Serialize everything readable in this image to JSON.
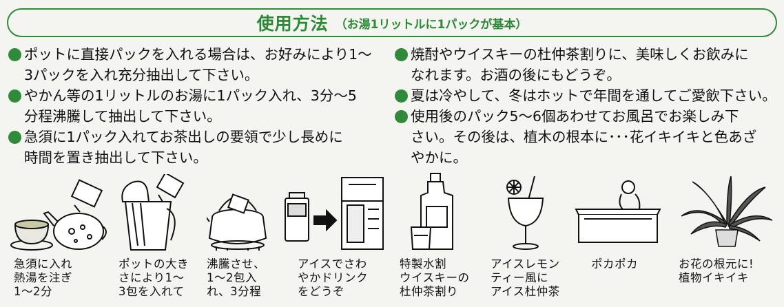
{
  "header": {
    "title": "使用方法",
    "subtitle": "（お湯1リットルに1パックが基本）"
  },
  "left_items": [
    {
      "text": "ポットに直接パックを入れる場合は、お好みにより1～\n3パックを入れ充分抽出して下さい。"
    },
    {
      "text": "やかん等の1リットルのお湯に1パック入れ、3分～5\n分程沸騰して抽出して下さい。"
    },
    {
      "text": "急須に1パック入れてお茶出しの要領で少し長めに\n時間を置き抽出して下さい。"
    }
  ],
  "right_items": [
    {
      "text": "焼酎やウイスキーの杜仲茶割りに、美味しくお飲みに\nなれます。お酒の後にもどうぞ。"
    },
    {
      "text": "夏は冷やして、冬はホットで年間を通してご愛飲下さい。"
    },
    {
      "text": "使用後のパック5～6個あわせてお風呂でお楽しみ下\nさい。その後は、植木の根本に･･･花イキイキと色あざ\nやかに。"
    }
  ],
  "captions": [
    {
      "text": "急須に入れ\n熱湯を注ぎ\n1～2分"
    },
    {
      "text": "ポットの大き\nさにより1～\n3包を入れて"
    },
    {
      "text": "沸騰させ、\n1～2包入\nれ、3分程"
    },
    {
      "text": "アイスでさわ\nやかドリンク\nをどうぞ"
    },
    {
      "text": "特製水割\nウイスキーの\n杜仲茶割り"
    },
    {
      "text": "アイスレモン\nティー風に\nアイス杜仲茶"
    },
    {
      "text": "ポカポカ"
    },
    {
      "text": "お花の根元に!\n植物イキイキ"
    }
  ],
  "colors": {
    "accent_green": "#2f8a3a",
    "ink": "#111111",
    "paper": "#f4f4f1"
  },
  "icons": [
    "teapot-icon",
    "thermos-pot-icon",
    "kettle-icon",
    "cooler-to-fridge-icon",
    "whisky-glass-icon",
    "cocktail-glass-icon",
    "bathtub-icon",
    "potted-plant-icon"
  ]
}
